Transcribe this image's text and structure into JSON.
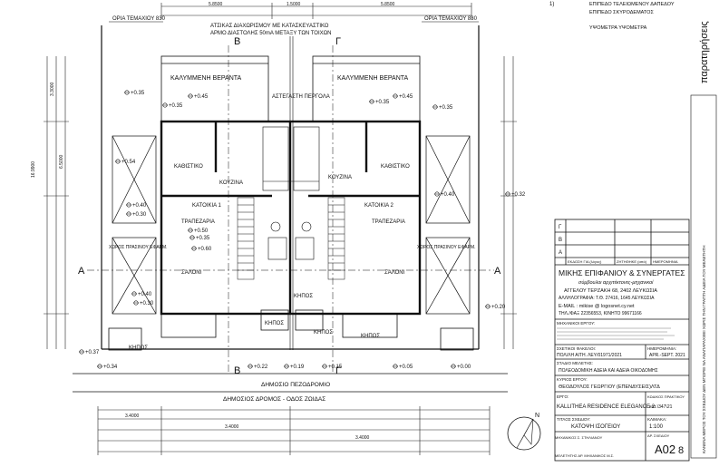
{
  "top_labels": {
    "boundary_left": "ΟΡΙΑ ΤΕΜΑΧΙΟΥ 830",
    "boundary_right": "ΟΡΙΑ ΤΕΜΑΧΙΟΥ 830",
    "wall_note_1": "ΑΤΣΙΚΑΣ ΔΙΑΧΩΡΙΣΜΟΥ ΜΕ ΚΑΤΑΣΚΕΥΑΣΤΙΚΟ",
    "wall_note_2": "ΑΡΜΟ ΔΙΑΣΤΟΛΗΣ 50mA ΜΕΤΑΞΥ ΤΩΝ ΤΟΙΧΩΝ",
    "section_b_left": "B",
    "section_g_left": "Γ",
    "section_b_right": "B",
    "section_g_right": "Γ",
    "section_a_left": "A",
    "section_a_right": "A"
  },
  "legend": {
    "code_1": "1)",
    "item_1_a": "ΕΠΙΠΕΔΟ ΤΕΛΕΙΩΜΕΝΟΥ ΔΑΠΕΔΟΥ",
    "item_1_b": "ΕΠΙΠΕΔΟ ΣΚΥΡΟΔΕΜΑΤΟΣ",
    "item_2": "ΥΨΟΜΕΤΡΑ ΥΨΟΜΕΤΡΑ"
  },
  "plan_labels": {
    "veranda_left": "ΚΑΛΥΜΜΕΝΗ ΒΕΡΑΝΤΑ",
    "veranda_right": "ΚΑΛΥΜΜΕΝΗ ΒΕΡΑΝΤΑ",
    "pergola": "ΑΣΤΕΓΑΣΤΗ ΠΕΡΓΟΛΑ",
    "living_left": "ΚΑΘΙΣΤΙΚΟ",
    "living_right": "ΚΑΘΙΣΤΙΚΟ",
    "kitchen_left": "ΚΟΥΖΙΝΑ",
    "kitchen_right": "ΚΟΥΖΙΝΑ",
    "unit_1": "ΚΑΤΟΙΚΙΑ 1",
    "unit_2": "ΚΑΤΟΙΚΙΑ 2",
    "dining_left": "ΤΡΑΠΕΖΑΡΙΑ",
    "dining_right": "ΤΡΑΠΕΖΑΡΙΑ",
    "salon_left": "ΣΑΛΟΝΙ",
    "salon_right": "ΣΑΛΟΝΙ",
    "green_left": "ΧΩΡΟΣ ΠΡΑΣΙΝΟΥ ΕΦΑΡΜ.",
    "green_right": "ΧΩΡΟΣ ΠΡΑΣΙΝΟΥ ΕΦΑΡΜ.",
    "garden_l1": "ΚΗΠΟΣ",
    "garden_l2": "ΚΗΠΟΣ",
    "garden_r1": "ΚΗΠΟΣ",
    "garden_r2": "ΚΗΠΟΣ",
    "garden_r3": "ΚΗΠΟΣ",
    "road": "ΔΗΜΟΣΙΟΣ ΔΡΟΜΟΣ - ΟΔΟΣ ΖΩΙΔΑΣ",
    "sidewalk": "ΔΗΜΟΣΙΟ ΠΕΖΟΔΡΟΜΙΟ"
  },
  "levels": [
    "+0.35",
    "+0.45",
    "+0.35",
    "+0.45",
    "+0.35",
    "+0.35",
    "+0.54",
    "+0.40",
    "+0.30",
    "+0.40",
    "+0.32",
    "+0.50",
    "+0.35",
    "+0.60",
    "+0.40",
    "+0.30",
    "+0.20",
    "+0.37",
    "+0.34",
    "+0.22",
    "+0.19",
    "+0.15",
    "+0.05",
    "+0.00"
  ],
  "dimensions": {
    "top_1": "5.8500",
    "top_2": "1.5000",
    "top_3": "5.8500",
    "side_1": "3.3000",
    "side_2": "6.5000",
    "side_3": "16.9900",
    "bottom_1": "3.4000",
    "bottom_2": "3.4000",
    "bottom_3": "3.4000"
  },
  "side_text": "παρατηρήσεις",
  "title_block": {
    "rev_rows": [
      "Γ",
      "B",
      "A"
    ],
    "rev_headers": [
      "ΕΚΔΟΣΗ ΓΙΑ (λόγος)",
      "ΖΗΤΗΘΗΚΕ (από)",
      "ΗΜΕΡΟΜΗΝΙΑ"
    ],
    "firm_name": "ΜΙΚΗΣ ΕΠΙΦΑΝΙΟΥ & ΣΥΝΕΡΓΑΤΕΣ",
    "firm_sub": "σύμβουλοι αρχιτέκτονες-μηχανικοί",
    "addr_1": "ΑΓΓΕΛΟΥ ΤΕΡΖΑΚΗ 68, 2402 ΛΕΥΚΩΣΙΑ",
    "addr_2": "ΑΛΛΗΛΟΓΡΑΦΙΑ: Τ.Θ. 27416, 1645 ΛΕΥΚΩΣΙΑ",
    "addr_3": "E-MAIL : mikise @ logosnet.cy.net",
    "addr_4": "ΤΗΛ./ΦΑΞ 22356553, ΚΙΝΗΤΟ 99671166",
    "engineers_header": "ΜΗΧΑΝΙΚΟΙ ΕΡΓΟΥ:",
    "permit_label": "ΣΧΕΤΙΚΟΙ ΦΑΚΕΛΟΙ:",
    "permit_value": "ΠΟΛ/ΛΗ ΑΙΤΗ. ΛΕΥ/01971/2021",
    "date_label": "ΗΜΕΡΟΜΗΝΙΑ:",
    "date_value": "APR.-SEPT. 2021",
    "study_label": "ΣΤΑΔΙΟ ΜΕΛΕΤΗΣ:",
    "study_value": "ΠΟΛΕΟΔΟΜΙΚΗ ΑΔΕΙΑ ΚΑΙ ΑΔΕΙΑ ΟΙΚΟΔΟΜΗΣ",
    "client_label": "ΚΥΡΙΟΣ ΕΡΓΟΥ:",
    "client_value": "ΘΕΟΔΟΥΛΟΣ ΓΕΩΡΓΙΟΥ (ΕΠΕΝΔΥΣΕΙΣ)ΛΤΔ",
    "project_label": "ΕΡΓΟ:",
    "project_value": "KALLITHEA RESIDENCE ELEGANCE 2",
    "code_label": "ΚΩΔΙΚΟΣ ΠΡΑΚΤΙΚΟΥ",
    "code_value": "κατ.\\347\\21",
    "drawing_label": "ΤΙΤΛΟΣ ΣΧΕΔΙΟΥ:",
    "drawing_value": "ΚΑΤΟΨΗ ΙΣΟΓΕΙΟΥ",
    "scale_label": "ΚΛΙΜΑΚΑ:",
    "scale_value": "1:100",
    "sheet_code": "A02",
    "sheet_num": "8",
    "sheet_label": "ΑΡ. ΣΧΕΔΙΟΥ",
    "drawn_by": "ΜΗΧΑΝΙΚΟΣ Σ. ΣΤΗΛΙΑΝΟΥ",
    "checked_by": "ΜΕΛΕΤΗΤΗΣ ΑΡ. ΜΗΧΑΝΙΚΟΣ Μ.Σ.",
    "vertical_note": "ΚΑΝΕΝΑ ΜΕΡΟΣ ΤΟΥ ΣΧΕΔΙΟΥ ΔΕΝ ΜΠΟΡΕΙ ΝΑ ΑΝΑΠΑΡΑΧΘΕΙ ΧΩΡΙΣ ΤΗΝ ΓΡΑΠΤΗ ΑΔΕΙΑ ΤΟΥ ΜΕΛΕΤΗΤΗ"
  },
  "north_label": "N"
}
